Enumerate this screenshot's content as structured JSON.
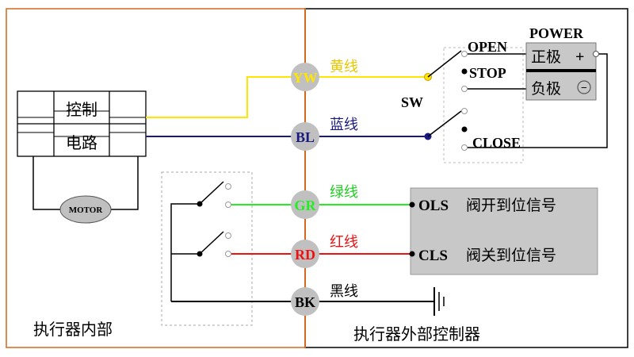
{
  "diagram": {
    "regions": {
      "internal": "执行器内部",
      "external": "执行器外部控制器"
    },
    "controller_block": {
      "line1": "控制",
      "line2": "电路"
    },
    "motor": "MOTOR",
    "terminals": [
      {
        "code": "YW",
        "label": "黄线",
        "color": "#ffe600"
      },
      {
        "code": "BL",
        "label": "蓝线",
        "color": "#1a1a80"
      },
      {
        "code": "GR",
        "label": "绿线",
        "color": "#22ee22"
      },
      {
        "code": "RD",
        "label": "红线",
        "color": "#ee1111"
      },
      {
        "code": "BK",
        "label": "黑线",
        "color": "#000000"
      }
    ],
    "switch": {
      "label": "SW",
      "positions": {
        "open": "OPEN",
        "stop": "STOP",
        "close": "CLOSE"
      }
    },
    "power": {
      "title": "POWER",
      "positive": "正极",
      "negative": "负极",
      "plus_sign": "+",
      "minus_sign": "−"
    },
    "signals": [
      {
        "code": "OLS",
        "text": "阀开到位信号"
      },
      {
        "code": "CLS",
        "text": "阀关到位信号"
      }
    ],
    "colors": {
      "divider": "#d2691e",
      "terminal_fill": "#c0c0c0",
      "panel_fill": "#c8c8c8"
    }
  }
}
